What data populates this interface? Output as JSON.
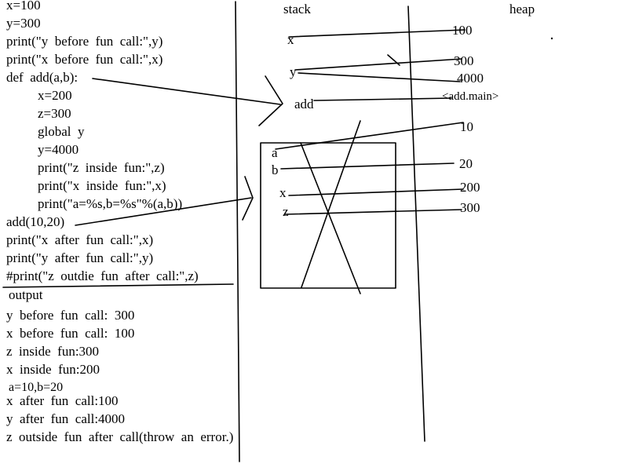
{
  "code": {
    "lines": [
      "x=100",
      "y=300",
      "print(\"y  before  fun  call:\",y)",
      "print(\"x  before  fun  call:\",x)",
      "def  add(a,b):",
      "x=200",
      "z=300",
      "global  y",
      "y=4000",
      "print(\"z  inside  fun:\",z)",
      "print(\"x  inside  fun:\",x)",
      "print(\"a=%s,b=%s\"%(a,b))",
      "add(10,20)",
      "print(\"x  after  fun  call:\",x)",
      "print(\"y  after  fun  call:\",y)",
      "#print(\"z  outdie  fun  after  call:\",z)"
    ]
  },
  "output": {
    "header": "output",
    "lines": [
      "y  before  fun  call:  300",
      "x  before  fun  call:  100",
      "z  inside  fun:300",
      "x  inside  fun:200",
      "a=10,b=20",
      "x  after  fun  call:100",
      "y  after  fun  call:4000",
      "z  outside  fun  after  call(throw  an  error.)"
    ]
  },
  "stack": {
    "header": "stack",
    "globals": [
      "x",
      "y",
      "add"
    ],
    "frame": [
      "a",
      "b",
      "x",
      "z"
    ]
  },
  "heap": {
    "header": "heap",
    "values": [
      "100",
      "300",
      "4000",
      "<add.main>",
      "10",
      "20",
      "200",
      "300"
    ]
  }
}
